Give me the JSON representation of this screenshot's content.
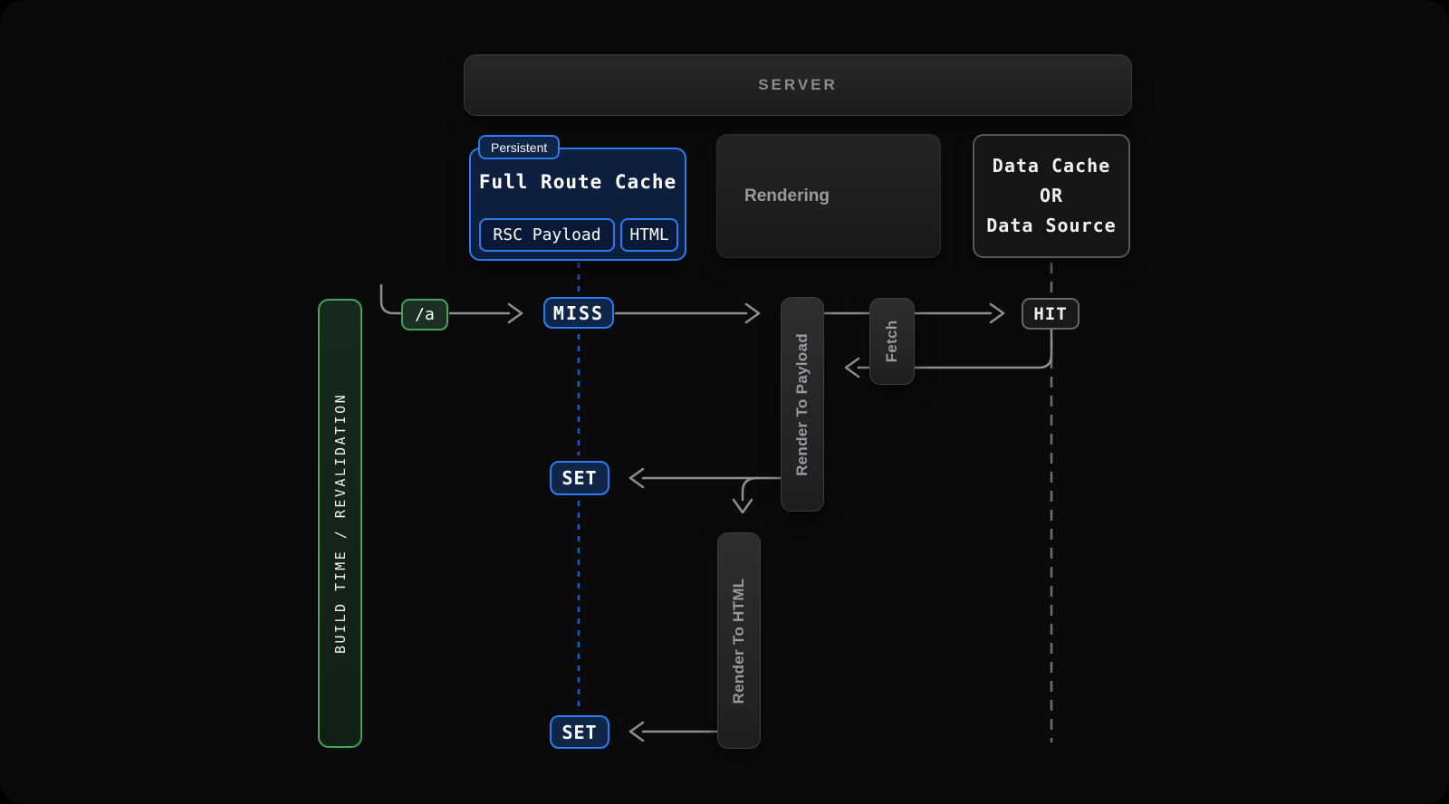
{
  "diagram": {
    "server": {
      "label": "SERVER"
    },
    "full_route_cache": {
      "badge": "Persistent",
      "title": "Full Route Cache",
      "chips": [
        "RSC Payload",
        "HTML"
      ]
    },
    "rendering": {
      "label": "Rendering"
    },
    "data_cache": {
      "line1": "Data Cache",
      "line2": "OR",
      "line3": "Data Source"
    },
    "timeline": {
      "label": "BUILD TIME / REVALIDATION"
    },
    "nodes": {
      "route": "/a",
      "miss": "MISS",
      "set_payload": "SET",
      "set_html": "SET",
      "hit": "HIT"
    },
    "processes": {
      "render_to_payload": "Render To Payload",
      "fetch": "Fetch",
      "render_to_html": "Render To HTML"
    },
    "colors": {
      "background": "#0a0a0a",
      "accent_blue": "#2b7cf0",
      "blue_fill": "#0c1f3e",
      "blue_node_fill": "#102649",
      "accent_green": "#43a45c",
      "green_fill": "#152619",
      "arrow_gray": "#8f8f8f",
      "dash_blue": "#1e5fce",
      "dash_gray": "#6f6f6f",
      "panel_text_gray": "#9b9b9b"
    }
  }
}
